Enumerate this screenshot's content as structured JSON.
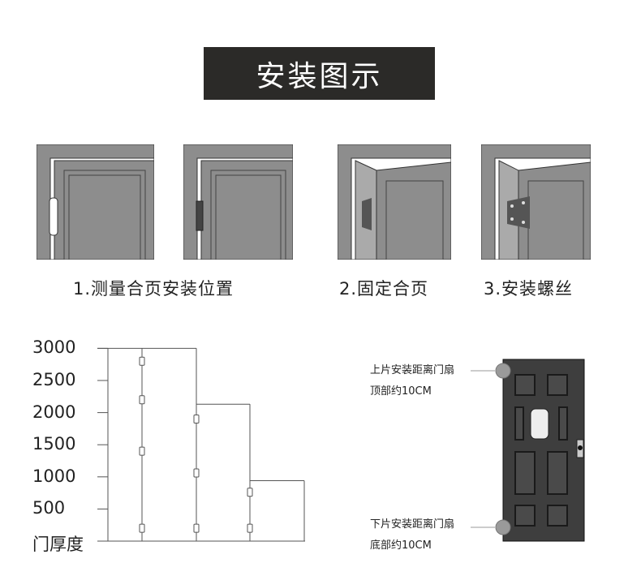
{
  "title": "安装图示",
  "steps": [
    {
      "label": "1.测量合页安装位置"
    },
    {
      "label": "2.固定合页"
    },
    {
      "label": "3.安装螺丝"
    }
  ],
  "chart_data": {
    "type": "diagram",
    "ylabel": "门厚度",
    "y_ticks": [
      "3000",
      "2500",
      "2000",
      "1500",
      "1000",
      "500"
    ],
    "ylim": [
      0,
      3000
    ],
    "doors": [
      {
        "height": 3000,
        "hinges": [
          2800,
          2200,
          1400,
          200
        ]
      },
      {
        "height": 2130,
        "hinges": [
          1900,
          1060,
          200
        ]
      },
      {
        "height": 940,
        "hinges": [
          760,
          200
        ]
      }
    ]
  },
  "notes": {
    "top_line1": "上片安装距离门扇",
    "top_line2": "顶部约10CM",
    "bottom_line1": "下片安装距离门扇",
    "bottom_line2": "底部约10CM"
  },
  "colors": {
    "title_bg": "#2b2a28",
    "door_gray": "#8a8a8a",
    "door_dark": "#3a3a3a",
    "marker": "#9a9a9a"
  }
}
